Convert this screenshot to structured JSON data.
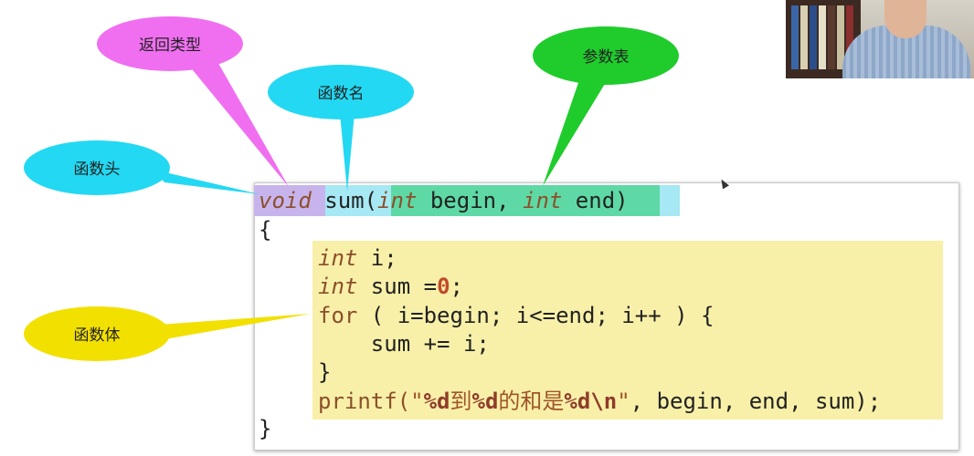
{
  "callouts": {
    "return_type": {
      "label": "返回类型",
      "color": "#f06ff0"
    },
    "func_name": {
      "label": "函数名",
      "color": "#23d8f2"
    },
    "params": {
      "label": "参数表",
      "color": "#1fcc2c"
    },
    "func_head": {
      "label": "函数头",
      "color": "#23d8f2"
    },
    "func_body": {
      "label": "函数体",
      "color": "#f2e000"
    }
  },
  "code": {
    "line1": {
      "ret": "void",
      "name": "sum(",
      "kw1": "int",
      "p1": " begin, ",
      "kw2": "int",
      "p2": " end",
      "close": ")"
    },
    "line2": "{",
    "line3": {
      "kw": "int",
      "rest": " i;"
    },
    "line4": {
      "kw": "int",
      "rest": " sum =",
      "num": "0",
      "end": ";"
    },
    "line5": {
      "kw": "for",
      "rest": " ( i=begin; i<=end; i++ ) {"
    },
    "line6": "    sum += i;",
    "line7": "}",
    "line8": {
      "fn": "printf(",
      "q1": "\"",
      "f1": "%d",
      "t1": "到",
      "f2": "%d",
      "t2": "的和是",
      "f3": "%d\\n",
      "q2": "\"",
      "rest": ", begin, end, sum);"
    },
    "line9": "}"
  }
}
